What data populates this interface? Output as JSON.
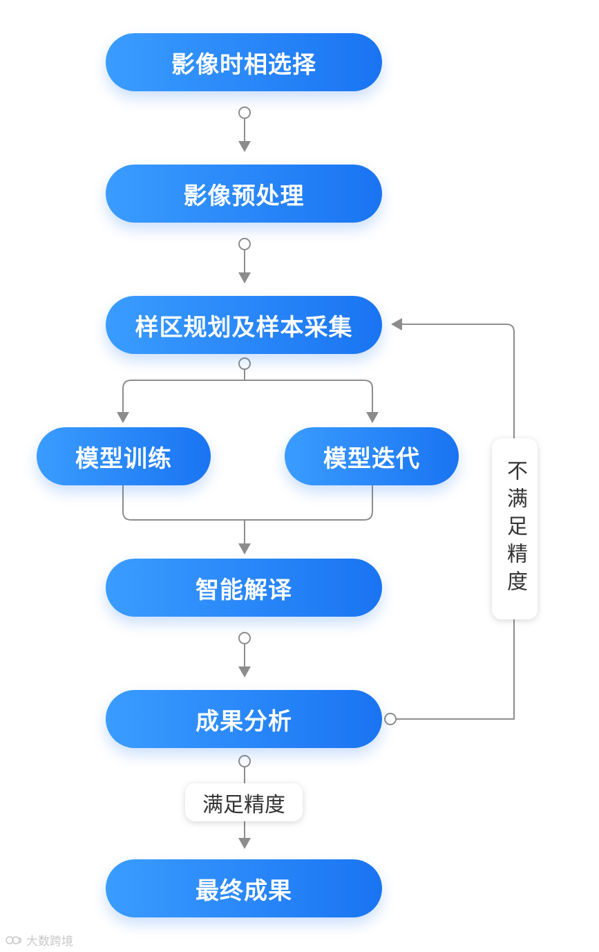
{
  "nodes": {
    "image_phase": "影像时相选择",
    "preprocess": "影像预处理",
    "sample": "样区规划及样本采集",
    "train": "模型训练",
    "iterate": "模型迭代",
    "interpret": "智能解译",
    "analysis": "成果分析",
    "final": "最终成果"
  },
  "conditions": {
    "not_satisfied": "不满足精度",
    "satisfied": "满足精度"
  },
  "watermark": "大数跨境",
  "colors": {
    "node_gradient_start": "#3a9cff",
    "node_gradient_end": "#1a74f2",
    "connector": "#8c8c8c"
  }
}
